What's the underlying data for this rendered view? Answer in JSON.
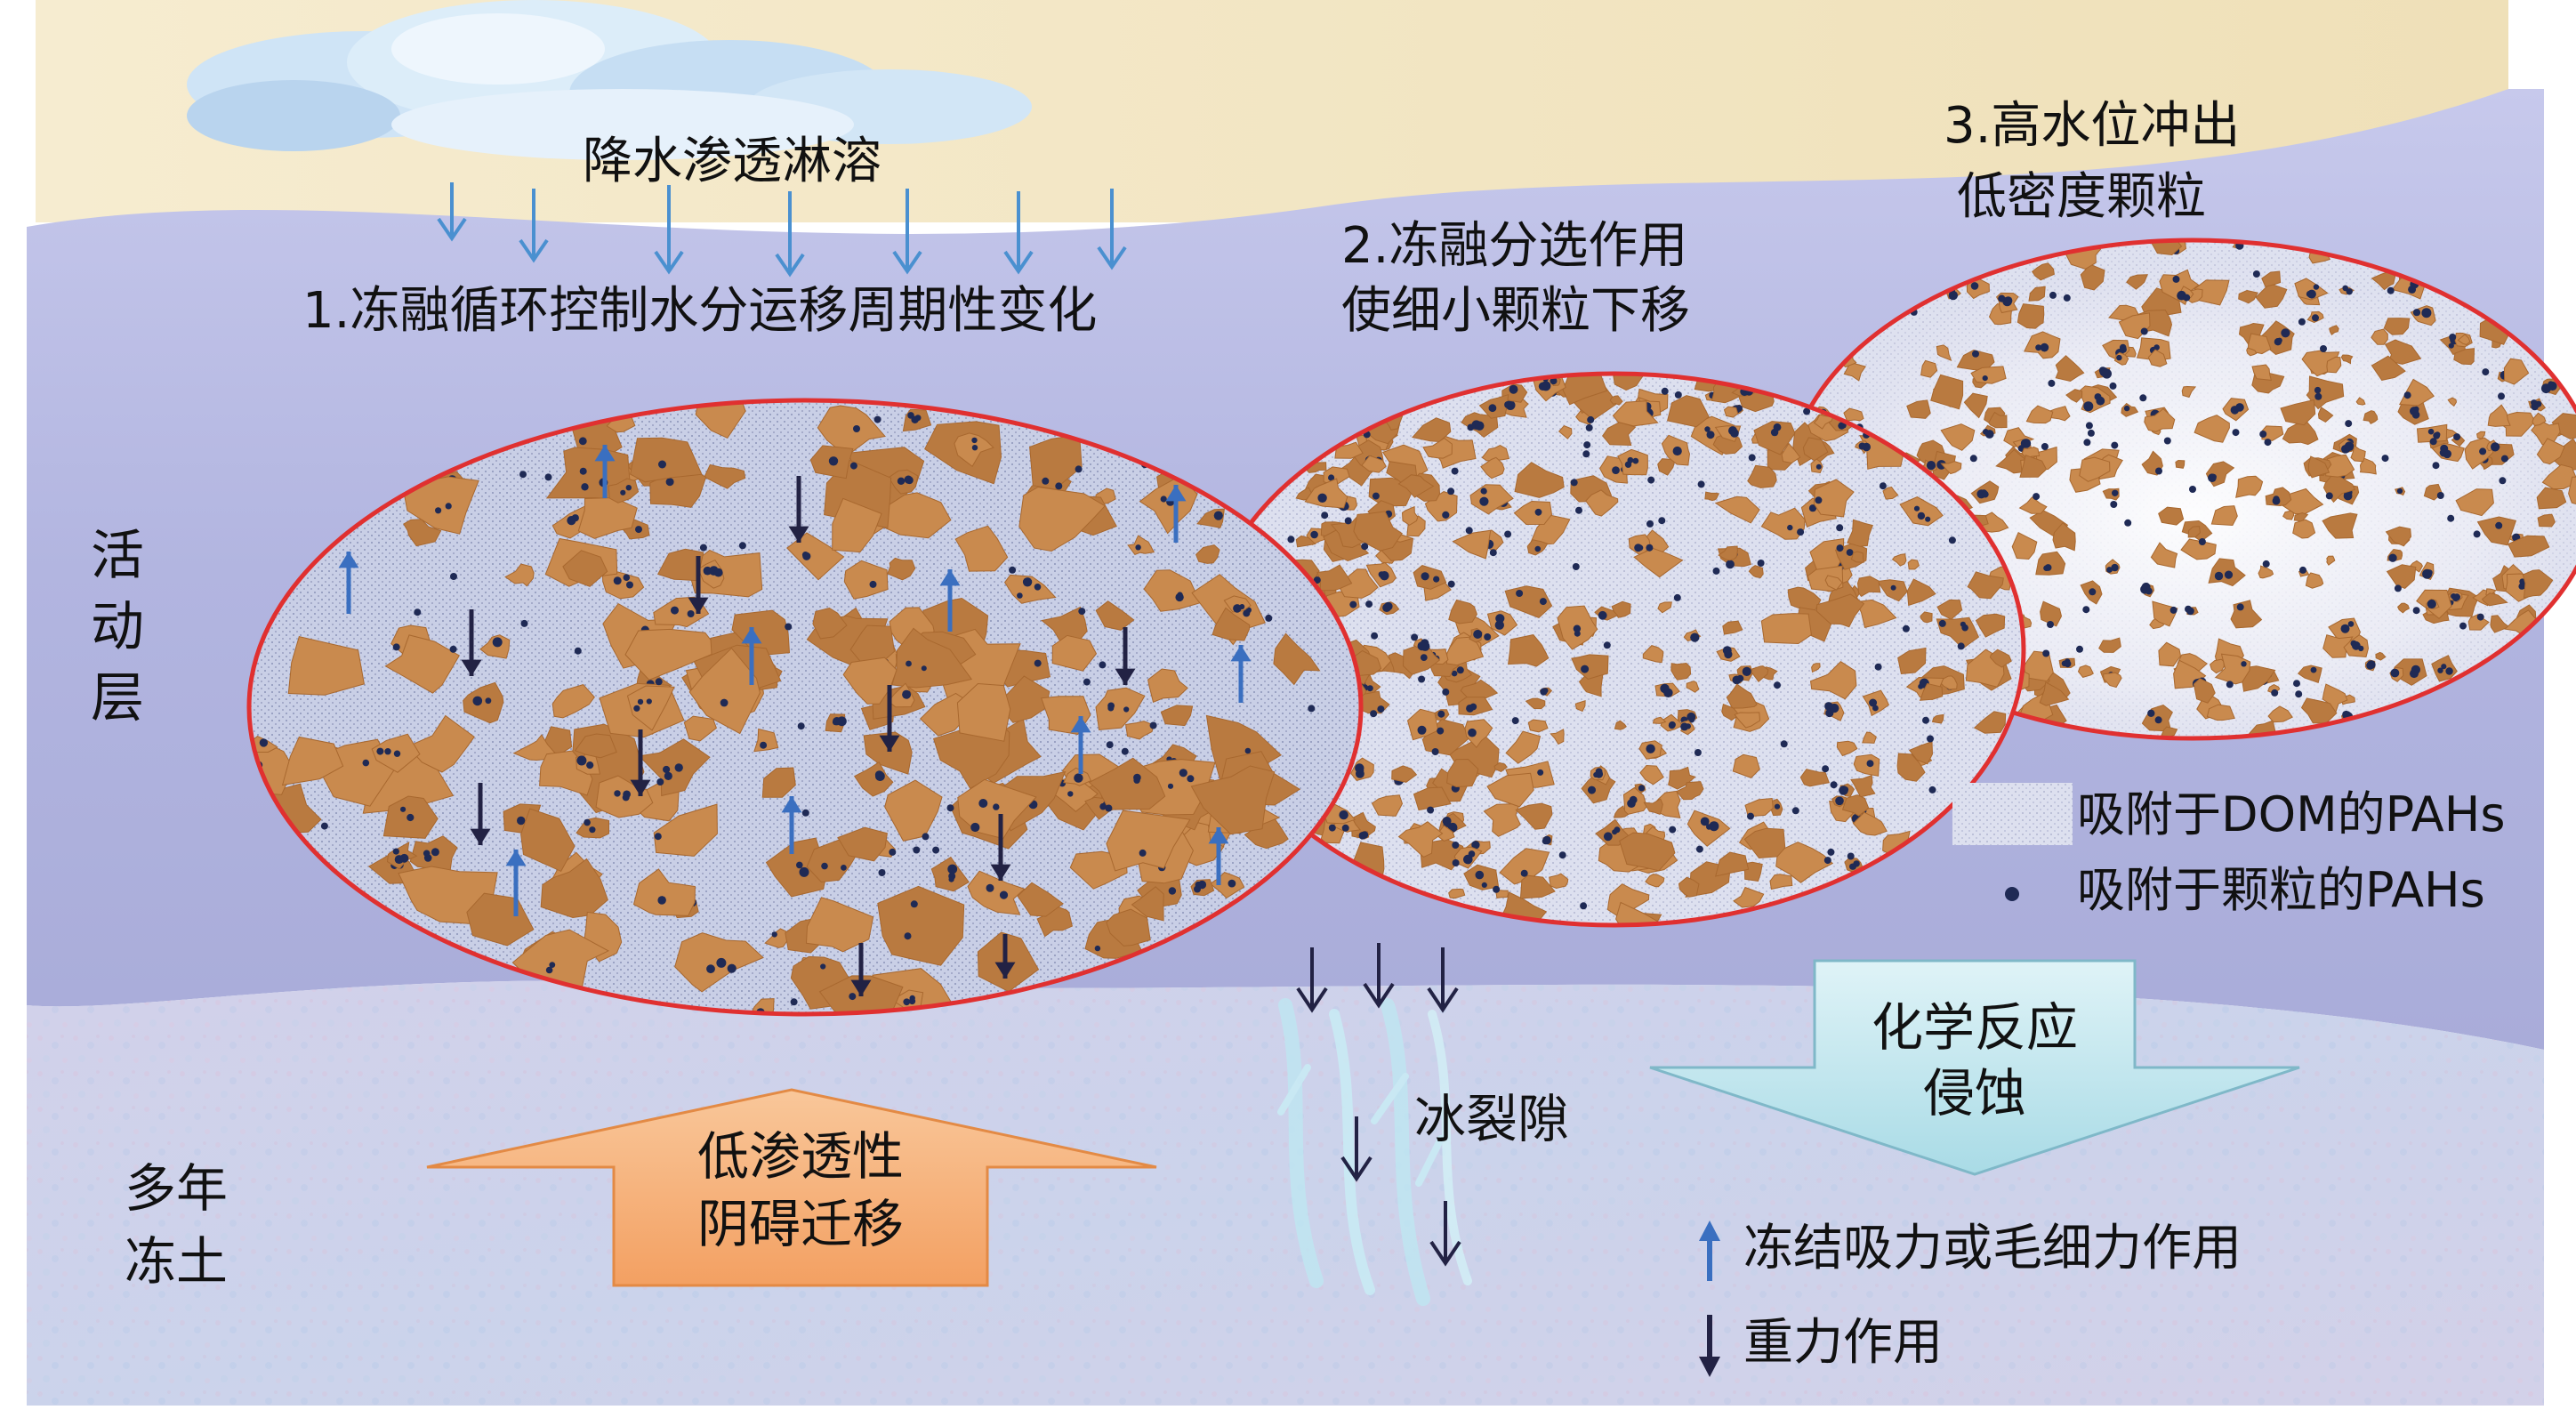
{
  "labels": {
    "precip": "降水渗透淋溶",
    "step1": "1.冻融循环控制水分运移周期性变化",
    "step2_line1": "2.冻融分选作用",
    "step2_line2": "使细小颗粒下移",
    "step3_line1": "3.高水位冲出",
    "step3_line2": "低密度颗粒",
    "active_layer": [
      "活",
      "动",
      "层"
    ],
    "permafrost": [
      "多年",
      "冻土"
    ],
    "low_perm_line1": "低渗透性",
    "low_perm_line2": "阴碍迁移",
    "chem_line1": "化学反应",
    "chem_line2": "侵蚀",
    "ice_crack": "冰裂隙"
  },
  "legend": {
    "dom": "吸附于DOM的PAHs",
    "particle": "吸附于颗粒的PAHs",
    "up_arrow": "冻结吸力或毛细力作用",
    "down_arrow": "重力作用"
  },
  "colors": {
    "sky_sand": "#f3e6c4",
    "active_layer": "#b4b7e2",
    "permafrost": "#c9c9e8",
    "circle_border": "#e03030",
    "particle": "#c98a4e",
    "dot": "#1f2a55",
    "up_arrow": "#3a6fc0",
    "down_arrow": "#222244",
    "rain_arrow": "#4a90d0",
    "big_arrow_orange": "#f6b27a",
    "big_arrow_cyan": "#bfe6ee"
  }
}
